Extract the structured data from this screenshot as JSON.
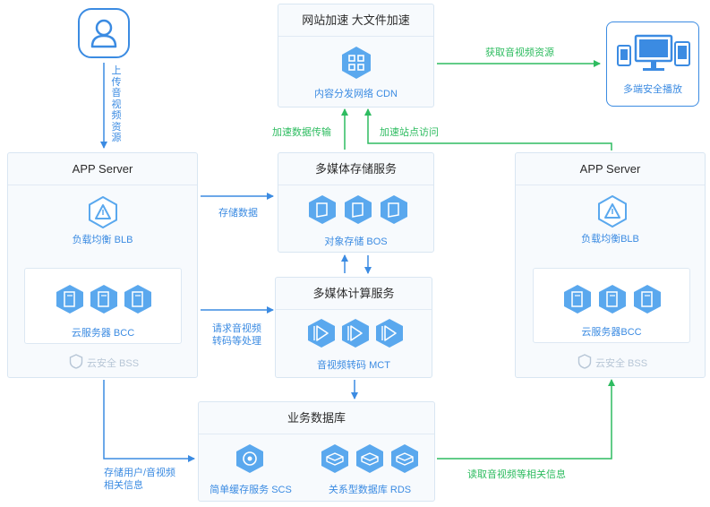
{
  "cdn": {
    "header": "网站加速 大文件加速",
    "label": "内容分发网络 CDN"
  },
  "user": {
    "upload_text": "上传音视频资源"
  },
  "devices": {
    "label": "多端安全播放"
  },
  "edges": {
    "fetch": "获取音视频资源",
    "accel_transfer": "加速数据传输",
    "accel_site": "加速站点访问",
    "store_data": "存储数据",
    "request_line1": "请求音视频",
    "request_line2": "转码等处理",
    "store_user_line1": "存储用户/音视频",
    "store_user_line2": "相关信息",
    "read_info": "读取音视频等相关信息"
  },
  "app_left": {
    "header": "APP Server",
    "blb": "负载均衡 BLB",
    "bcc": "云服务器 BCC",
    "bss": "云安全 BSS"
  },
  "app_right": {
    "header": "APP Server",
    "blb": "负载均衡BLB",
    "bcc": "云服务器BCC",
    "bss": "云安全 BSS"
  },
  "storage": {
    "header": "多媒体存储服务",
    "label": "对象存储 BOS"
  },
  "compute": {
    "header": "多媒体计算服务",
    "label": "音视频转码 MCT"
  },
  "db": {
    "header": "业务数据库",
    "scs": "简单缓存服务 SCS",
    "rds": "关系型数据库 RDS"
  },
  "colors": {
    "blue": "#3b8be2",
    "green": "#2ebc60",
    "icon_fill": "#5aa8ee"
  }
}
